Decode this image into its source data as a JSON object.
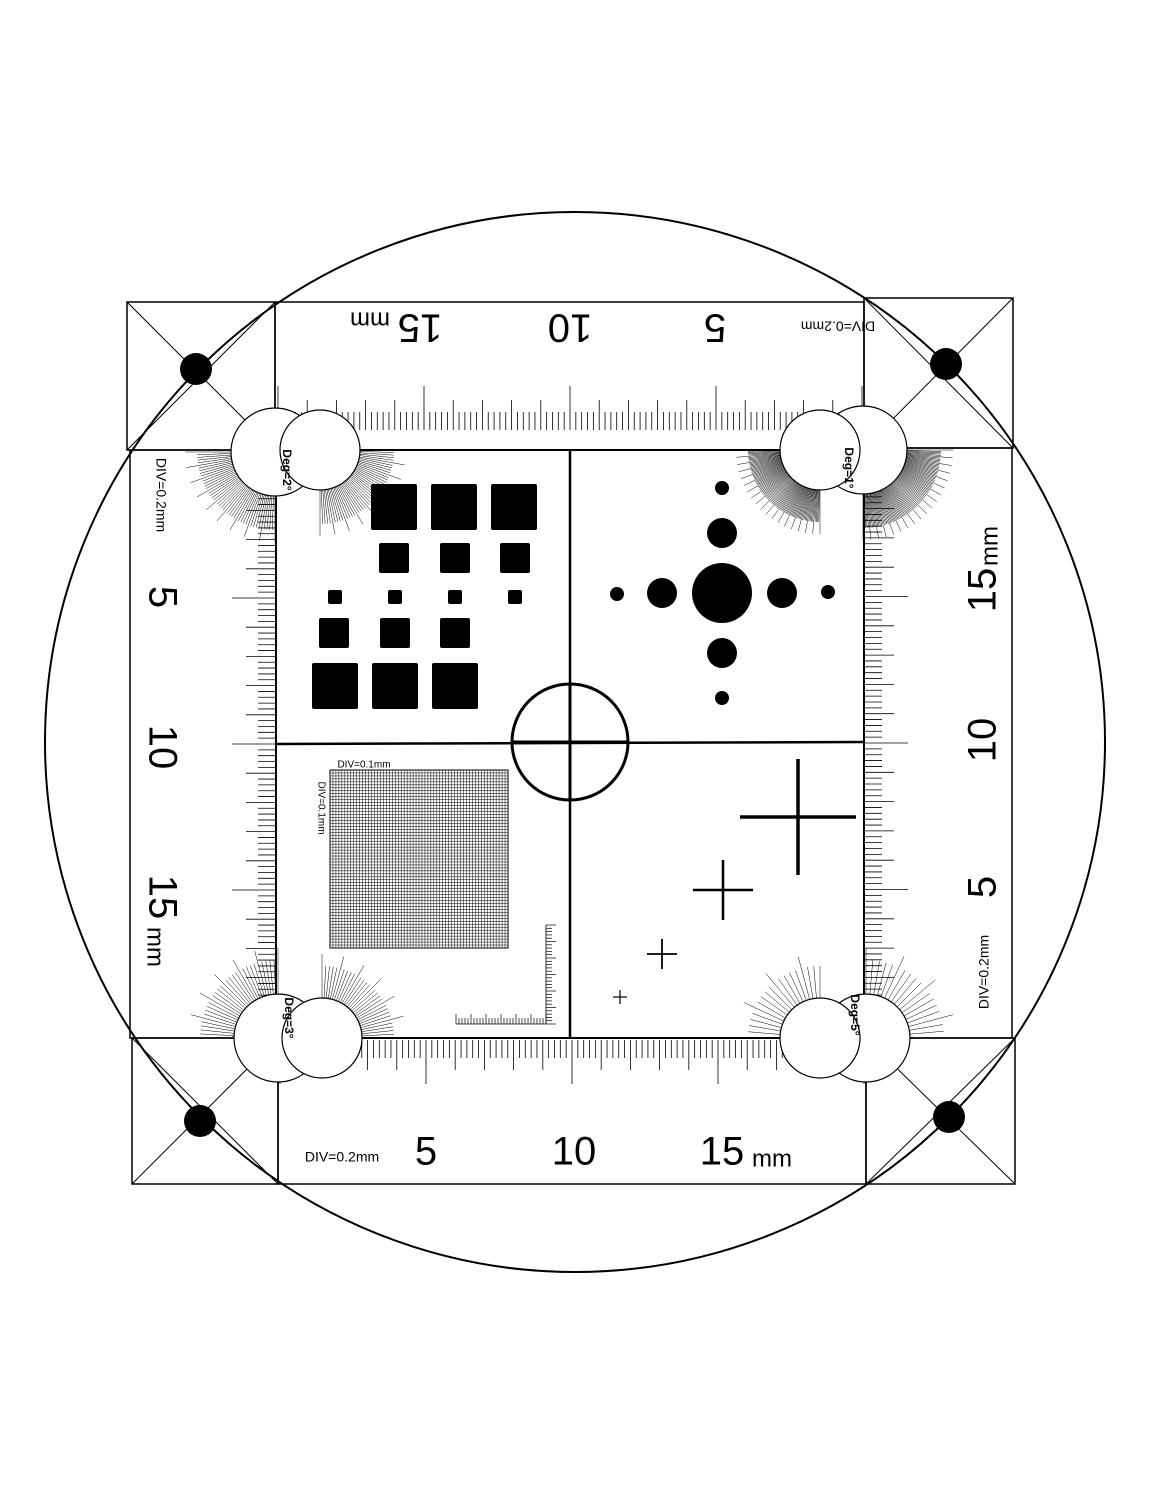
{
  "top_scale": {
    "div_label": "DIV=0.2mm",
    "num_5": "5",
    "num_10": "10",
    "num_15": "15",
    "unit": "mm"
  },
  "bottom_scale": {
    "div_label": "DIV=0.2mm",
    "num_5": "5",
    "num_10": "10",
    "num_15": "15",
    "unit": "mm"
  },
  "left_scale": {
    "div_label": "DIV=0.2mm",
    "num_5": "5",
    "num_10": "10",
    "num_15": "15",
    "unit": "mm"
  },
  "right_scale": {
    "div_label": "DIV=0.2mm",
    "num_5": "5",
    "num_10": "10",
    "num_15": "15",
    "unit": "mm"
  },
  "degree_labels": {
    "top_left": "Deg=2°",
    "top_right": "Deg=1°",
    "bottom_left": "Deg=3°",
    "bottom_right": "Deg=5°"
  },
  "grid": {
    "label_horizontal": "DIV=0.1mm",
    "label_vertical": "DIV=0.1mm"
  },
  "colors": {
    "ink": "#000000",
    "paper": "#ffffff"
  }
}
